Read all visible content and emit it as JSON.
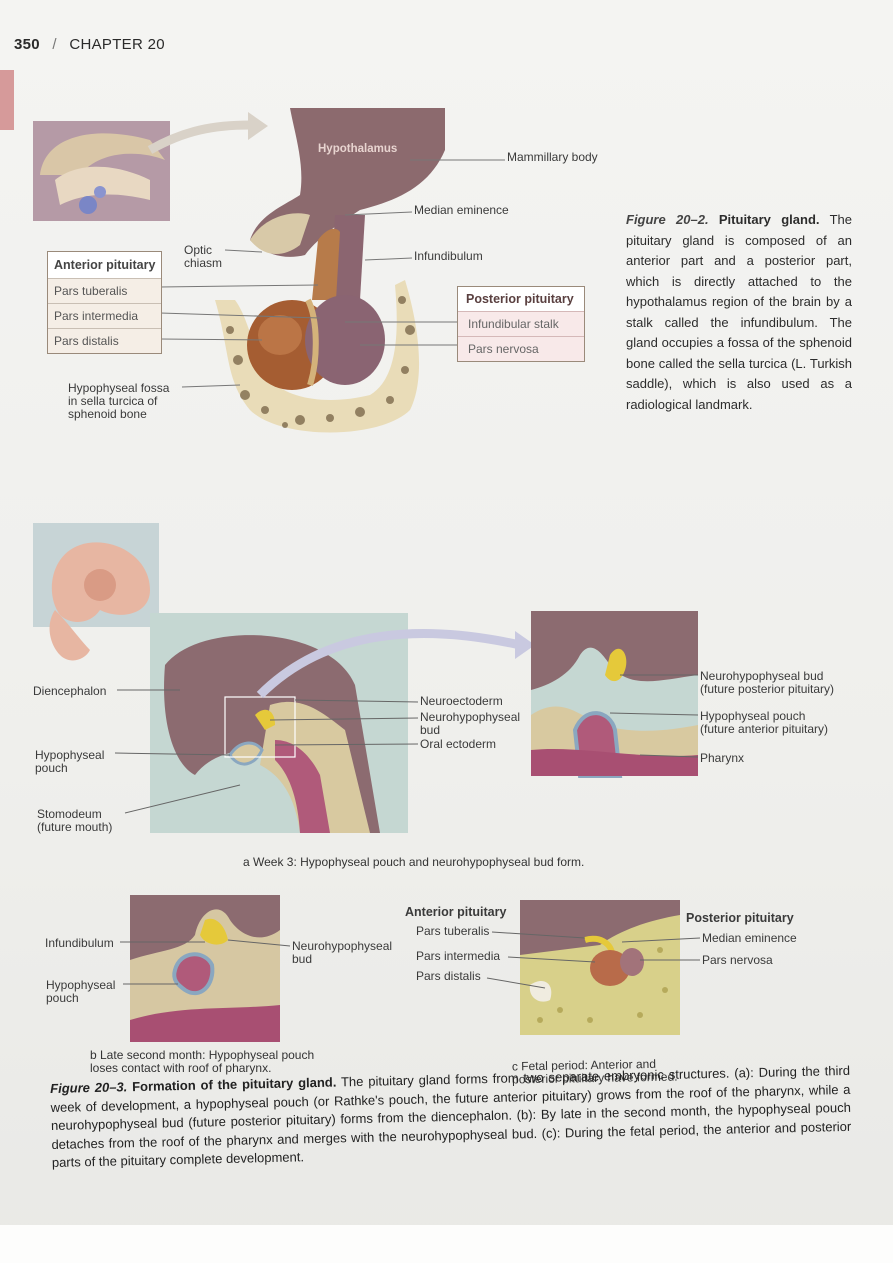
{
  "header": {
    "page_number": "350",
    "separator": "/",
    "chapter": "CHAPTER 20"
  },
  "fig2": {
    "labels": {
      "hypothalamus": "Hypothalamus",
      "mammillary_body": "Mammillary body",
      "median_eminence": "Median eminence",
      "infundibulum": "Infundibulum",
      "optic_chiasm": "Optic\nchiasm",
      "fossa": "Hypophyseal fossa\nin sella turcica of\nsphenoid bone"
    },
    "anterior_box": {
      "title": "Anterior pituitary",
      "items": [
        "Pars tuberalis",
        "Pars intermedia",
        "Pars distalis"
      ]
    },
    "posterior_box": {
      "title": "Posterior pituitary",
      "items": [
        "Infundibular stalk",
        "Pars nervosa"
      ]
    },
    "caption": {
      "number": "Figure 20–2.",
      "title": "Pituitary gland.",
      "text": "The pituitary gland is composed of an anterior part and a posterior part, which is directly attached to the hypothalamus region of the brain by a stalk called the infundibulum. The gland occupies a fossa of the sphenoid bone called the sella turcica (L. Turkish saddle), which is also used as a radiological landmark."
    }
  },
  "fig3a": {
    "left_labels": {
      "diencephalon": "Diencephalon",
      "hypophyseal_pouch": "Hypophyseal\npouch",
      "stomodeum": "Stomodeum\n(future mouth)"
    },
    "mid_labels": {
      "neuroectoderm": "Neuroectoderm",
      "neuro_bud": "Neurohypophyseal\nbud",
      "oral_ectoderm": "Oral ectoderm"
    },
    "right_labels": {
      "neuro_bud": "Neurohypophyseal bud\n(future posterior pituitary)",
      "pouch": "Hypophyseal pouch\n(future anterior pituitary)",
      "pharynx": "Pharynx"
    },
    "subcaption": "a Week 3: Hypophyseal pouch and neurohypophyseal bud form."
  },
  "fig3b": {
    "labels": {
      "infundibulum": "Infundibulum",
      "hypophyseal_pouch": "Hypophyseal\npouch",
      "neuro_bud": "Neurohypophyseal\nbud"
    },
    "subcaption": "b Late second month: Hypophyseal pouch\n   loses contact with roof of pharynx."
  },
  "fig3c": {
    "anterior_title": "Anterior pituitary",
    "anterior_items": [
      "Pars tuberalis",
      "Pars intermedia",
      "Pars distalis"
    ],
    "posterior_title": "Posterior pituitary",
    "posterior_items": [
      "Median eminence",
      "Pars nervosa"
    ],
    "subcaption": "c Fetal period: Anterior and\n   posterior pituitary have formed."
  },
  "fig3_caption": {
    "number": "Figure 20–3.",
    "title": "Formation of the pituitary gland.",
    "text": "The pituitary gland forms from two separate embryonic structures. (a): During the third week of development, a hypophyseal pouch (or Rathke's pouch, the future anterior pituitary) grows from the roof of the pharynx, while a neurohypophyseal bud (future posterior pituitary) forms from the diencephalon. (b): By late in the second month, the hypophyseal pouch detaches from the roof of the pharynx and merges with the neurohypophyseal bud. (c): During the fetal period, the anterior and posterior parts of the pituitary complete development."
  }
}
